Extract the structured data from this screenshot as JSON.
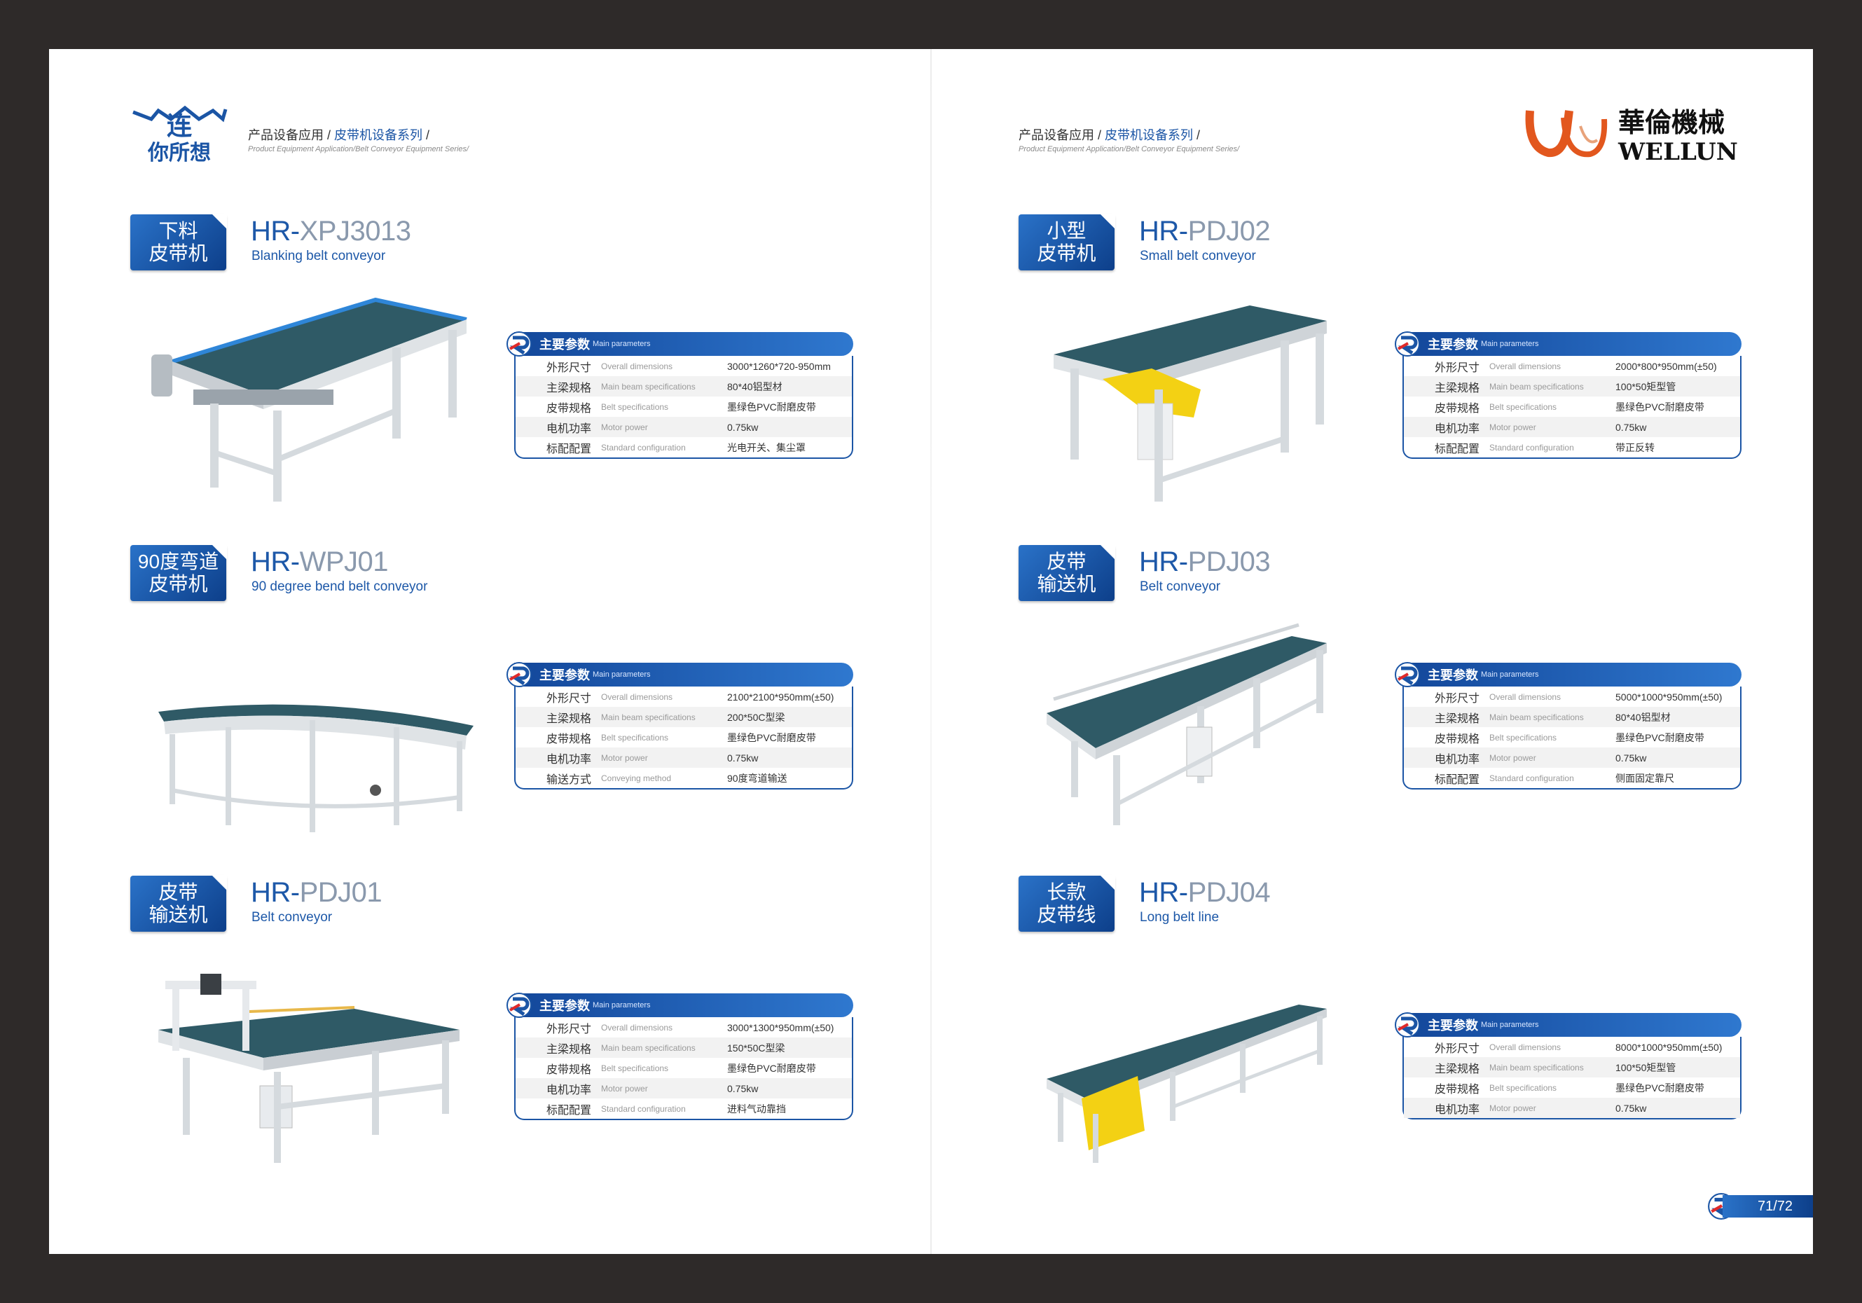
{
  "left_page": {
    "breadcrumb": {
      "cn_prefix": "产品设备应用 / ",
      "cn_highlight": "皮带机设备系列",
      "cn_suffix": " /",
      "en": "Product Equipment Application/Belt Conveyor Equipment Series/"
    },
    "logo_text": {
      "line1": "连",
      "line2": "你所想"
    },
    "products": [
      {
        "tag1": "下料",
        "tag2": "皮带机",
        "prefix": "HR-",
        "code": "XPJ3013",
        "name_en": "Blanking belt conveyor",
        "params_title": "主要参数",
        "params_title_en": "Main parameters",
        "rows": [
          {
            "cn": "外形尺寸",
            "en": "Overall dimensions",
            "val": "3000*1260*720-950mm"
          },
          {
            "cn": "主梁规格",
            "en": "Main beam specifications",
            "val": "80*40铝型材"
          },
          {
            "cn": "皮带规格",
            "en": "Belt specifications",
            "val": "墨绿色PVC耐磨皮带"
          },
          {
            "cn": "电机功率",
            "en": "Motor power",
            "val": "0.75kw"
          },
          {
            "cn": "标配配置",
            "en": "Standard configuration",
            "val": "光电开关、集尘罩"
          }
        ]
      },
      {
        "tag1": "90度弯道",
        "tag2": "皮带机",
        "prefix": "HR-",
        "code": "WPJ01",
        "name_en": "90 degree bend belt conveyor",
        "params_title": "主要参数",
        "params_title_en": "Main parameters",
        "rows": [
          {
            "cn": "外形尺寸",
            "en": "Overall dimensions",
            "val": "2100*2100*950mm(±50)"
          },
          {
            "cn": "主梁规格",
            "en": "Main beam specifications",
            "val": "200*50C型梁"
          },
          {
            "cn": "皮带规格",
            "en": "Belt specifications",
            "val": "墨绿色PVC耐磨皮带"
          },
          {
            "cn": "电机功率",
            "en": "Motor power",
            "val": "0.75kw"
          },
          {
            "cn": "输送方式",
            "en": "Conveying method",
            "val": "90度弯道输送"
          }
        ]
      },
      {
        "tag1": "皮带",
        "tag2": "输送机",
        "prefix": "HR-",
        "code": "PDJ01",
        "name_en": "Belt conveyor",
        "params_title": "主要参数",
        "params_title_en": "Main parameters",
        "rows": [
          {
            "cn": "外形尺寸",
            "en": "Overall dimensions",
            "val": "3000*1300*950mm(±50)"
          },
          {
            "cn": "主梁规格",
            "en": "Main beam specifications",
            "val": "150*50C型梁"
          },
          {
            "cn": "皮带规格",
            "en": "Belt specifications",
            "val": "墨绿色PVC耐磨皮带"
          },
          {
            "cn": "电机功率",
            "en": "Motor power",
            "val": "0.75kw"
          },
          {
            "cn": "标配配置",
            "en": "Standard configuration",
            "val": "进料气动靠挡"
          }
        ]
      }
    ]
  },
  "right_page": {
    "breadcrumb": {
      "cn_prefix": "产品设备应用 / ",
      "cn_highlight": "皮带机设备系列",
      "cn_suffix": " /",
      "en": "Product Equipment Application/Belt Conveyor Equipment Series/"
    },
    "logo_text": {
      "cn": "華倫機械",
      "en": "WELLUN"
    },
    "products": [
      {
        "tag1": "小型",
        "tag2": "皮带机",
        "prefix": "HR-",
        "code": "PDJ02",
        "name_en": "Small belt conveyor",
        "params_title": "主要参数",
        "params_title_en": "Main parameters",
        "rows": [
          {
            "cn": "外形尺寸",
            "en": "Overall dimensions",
            "val": "2000*800*950mm(±50)"
          },
          {
            "cn": "主梁规格",
            "en": "Main beam specifications",
            "val": "100*50矩型管"
          },
          {
            "cn": "皮带规格",
            "en": "Belt specifications",
            "val": "墨绿色PVC耐磨皮带"
          },
          {
            "cn": "电机功率",
            "en": "Motor power",
            "val": "0.75kw"
          },
          {
            "cn": "标配配置",
            "en": "Standard configuration",
            "val": "带正反转"
          }
        ]
      },
      {
        "tag1": "皮带",
        "tag2": "输送机",
        "prefix": "HR-",
        "code": "PDJ03",
        "name_en": "Belt conveyor",
        "params_title": "主要参数",
        "params_title_en": "Main parameters",
        "rows": [
          {
            "cn": "外形尺寸",
            "en": "Overall dimensions",
            "val": "5000*1000*950mm(±50)"
          },
          {
            "cn": "主梁规格",
            "en": "Main beam specifications",
            "val": "80*40铝型材"
          },
          {
            "cn": "皮带规格",
            "en": "Belt specifications",
            "val": "墨绿色PVC耐磨皮带"
          },
          {
            "cn": "电机功率",
            "en": "Motor power",
            "val": "0.75kw"
          },
          {
            "cn": "标配配置",
            "en": "Standard configuration",
            "val": "侧面固定靠尺"
          }
        ]
      },
      {
        "tag1": "长款",
        "tag2": "皮带线",
        "prefix": "HR-",
        "code": "PDJ04",
        "name_en": "Long belt line",
        "params_title": "主要参数",
        "params_title_en": "Main parameters",
        "rows": [
          {
            "cn": "外形尺寸",
            "en": "Overall dimensions",
            "val": "8000*1000*950mm(±50)"
          },
          {
            "cn": "主梁规格",
            "en": "Main beam specifications",
            "val": "100*50矩型管"
          },
          {
            "cn": "皮带规格",
            "en": "Belt specifications",
            "val": "墨绿色PVC耐磨皮带"
          },
          {
            "cn": "电机功率",
            "en": "Motor power",
            "val": "0.75kw"
          }
        ]
      }
    ],
    "page_number": "71/72"
  },
  "colors": {
    "brand_blue": "#1b55a5",
    "belt_green": "#2f5a66",
    "frame_gray": "#d8dde2",
    "wellun_orange": "#e2571e",
    "accent_yellow": "#f3d114"
  }
}
